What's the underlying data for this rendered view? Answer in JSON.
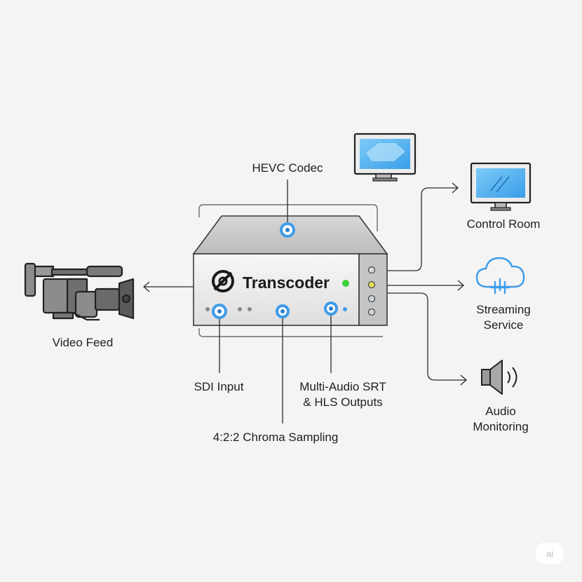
{
  "diagram": {
    "device": {
      "title": "Transcoder"
    },
    "labels": {
      "hevc": "HEVC Codec",
      "video_feed": "Video Feed",
      "sdi_input": "SDI Input",
      "chroma": "4:2:2 Chroma Sampling",
      "outputs": [
        "Multi-Audio SRT",
        "& HLS Outputs"
      ],
      "control_room": "Control Room",
      "streaming": [
        "Streaming",
        "Service"
      ],
      "audio": [
        "Audio",
        "Monitoring"
      ]
    },
    "watermark": "ai"
  },
  "colors": {
    "background": "#f4f4f4",
    "accent_blue": "#3d9be9",
    "led_green": "#3ad13a",
    "led_yellow": "#e2dd57",
    "line": "#2b2b2b"
  }
}
